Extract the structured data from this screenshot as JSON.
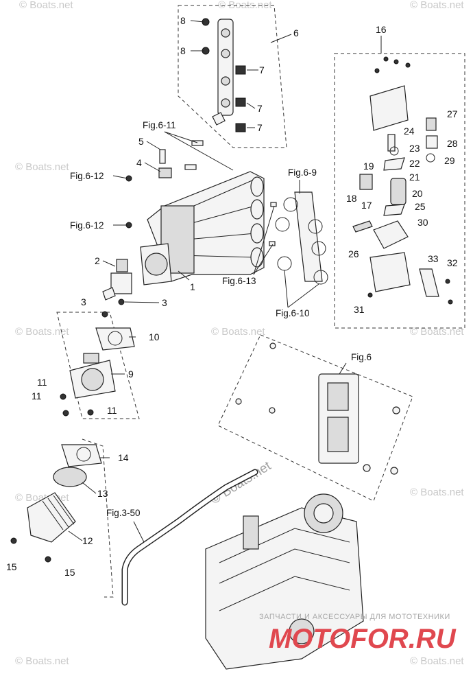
{
  "callouts": {
    "c1": "1",
    "c2": "2",
    "c3a": "3",
    "c3b": "3",
    "c4": "4",
    "c5": "5",
    "c6": "6",
    "c7a": "7",
    "c7b": "7",
    "c7c": "7",
    "c8a": "8",
    "c8b": "8",
    "c9": "9",
    "c10": "10",
    "c11a": "11",
    "c11b": "11",
    "c11c": "11",
    "c12": "12",
    "c13": "13",
    "c14": "14",
    "c15a": "15",
    "c15b": "15",
    "c16": "16",
    "c17": "17",
    "c18": "18",
    "c19": "19",
    "c20": "20",
    "c21": "21",
    "c22": "22",
    "c23": "23",
    "c24": "24",
    "c25": "25",
    "c26": "26",
    "c27": "27",
    "c28": "28",
    "c29": "29",
    "c30": "30",
    "c31": "31",
    "c32": "32",
    "c33": "33"
  },
  "figrefs": {
    "f611": "Fig.6-11",
    "f612a": "Fig.6-12",
    "f612b": "Fig.6-12",
    "f69": "Fig.6-9",
    "f613": "Fig.6-13",
    "f610": "Fig.6-10",
    "f6": "Fig.6",
    "f350": "Fig.3-50"
  },
  "watermarks": {
    "boats": "© Boats.net",
    "boats_center": "© Boats.net",
    "tagline": "ЗАПЧАСТИ И АКСЕССУАРЫ ДЛЯ МОТОТЕХНИКИ",
    "brand": "MOTOFOR.RU"
  }
}
